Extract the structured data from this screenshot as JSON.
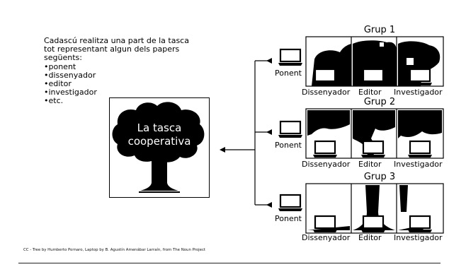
{
  "intro": {
    "lines": [
      "Cadascú realitza una part de la tasca",
      "tot representant algun dels papers",
      "següents:"
    ],
    "roles": [
      "ponent",
      "dissenyador",
      "editor",
      "investigador",
      "etc."
    ]
  },
  "center": {
    "line1": "La tasca",
    "line2": "cooperativa"
  },
  "groups": [
    {
      "title": "Grup 1",
      "ponent": "Ponent",
      "roles": [
        "Dissenyador",
        "Editor",
        "Investigador"
      ]
    },
    {
      "title": "Grup 2",
      "ponent": "Ponent",
      "roles": [
        "Dissenyador",
        "Editor",
        "Investigador"
      ]
    },
    {
      "title": "Grup 3",
      "ponent": "Ponent",
      "roles": [
        "Dissenyador",
        "Editor",
        "Investigador"
      ]
    }
  ],
  "credit": "CC - Tree by Humberto Pornaro, Laptop by B. Agustín Amenábar Larraín, from The Noun Project",
  "colors": {
    "ink": "#000000",
    "paper": "#ffffff"
  },
  "icons": [
    "tree-icon",
    "laptop-icon",
    "arrow-icon"
  ]
}
